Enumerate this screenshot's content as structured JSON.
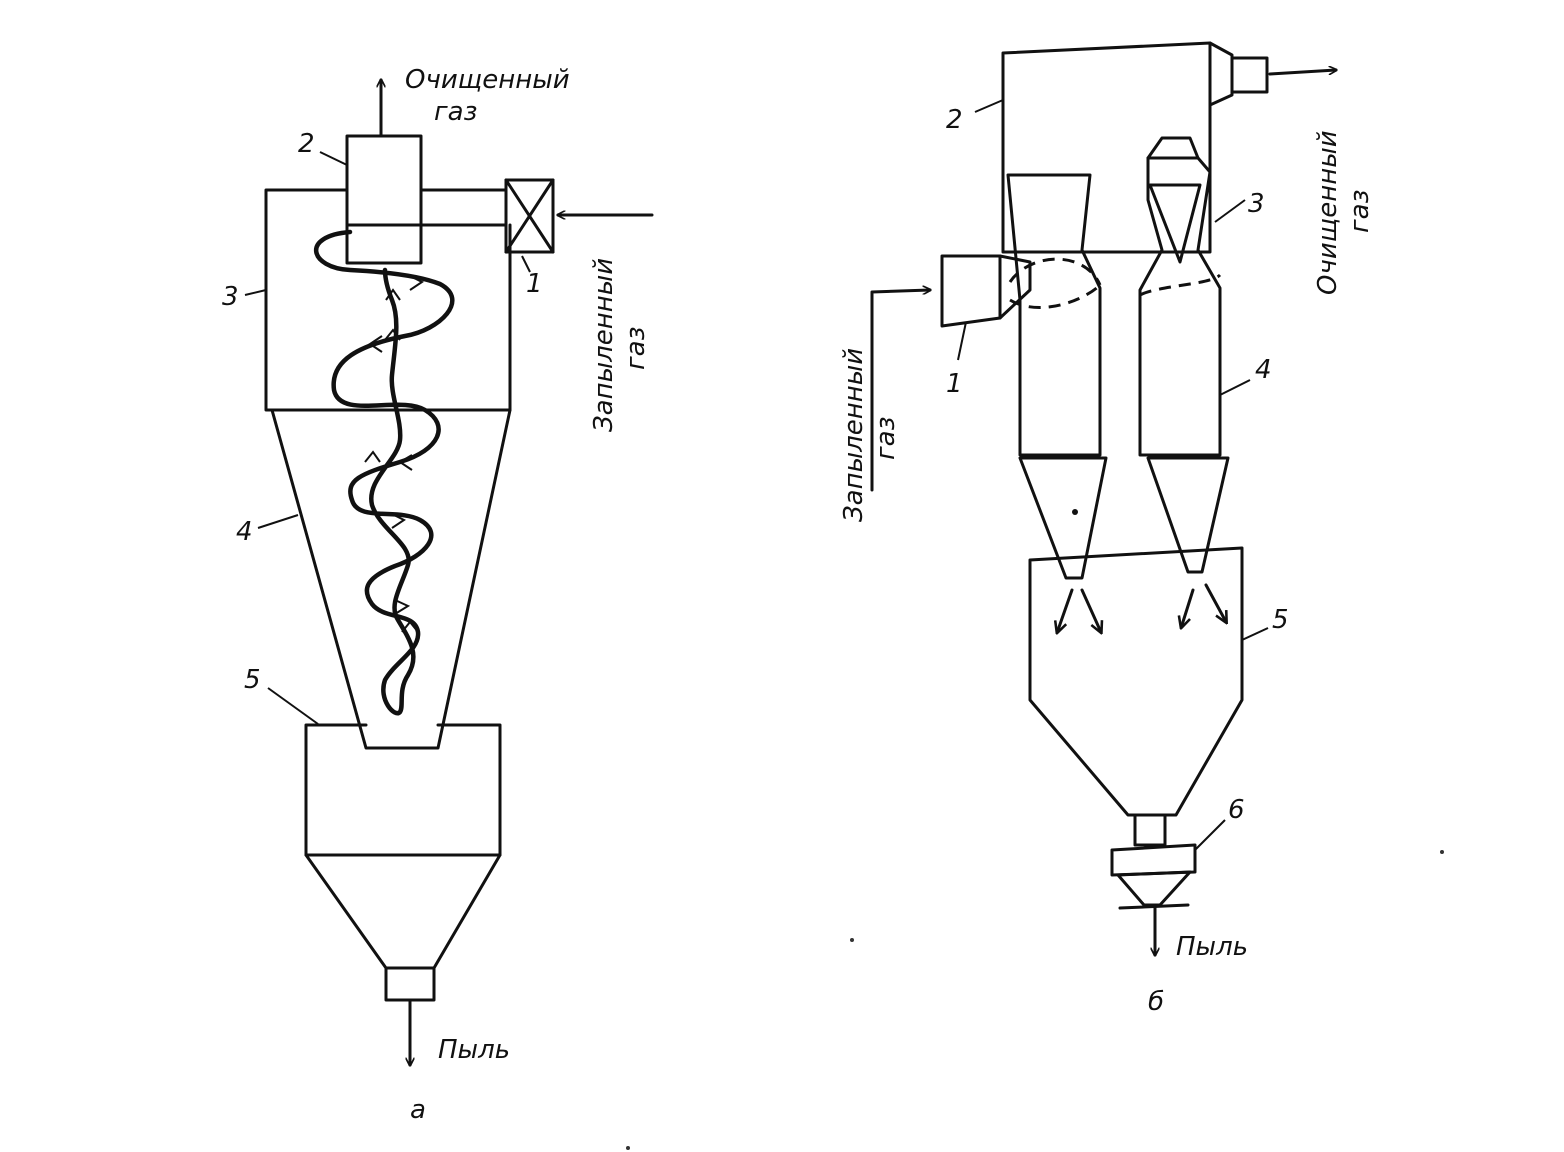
{
  "diagram_a": {
    "caption": "а",
    "clean_gas_line1": "Очищенный",
    "clean_gas_line2": "газ",
    "dusty_gas_line1": "Запыленный",
    "dusty_gas_line2": "газ",
    "dust": "Пыль",
    "numbers": [
      "1",
      "2",
      "3",
      "4",
      "5"
    ]
  },
  "diagram_b": {
    "caption": "б",
    "clean_gas_line1": "Очищенный",
    "clean_gas_line2": "газ",
    "dusty_gas_line1": "Запыленный",
    "dusty_gas_line2": "газ",
    "dust": "Пыль",
    "numbers": [
      "1",
      "2",
      "3",
      "4",
      "5",
      "6"
    ]
  }
}
